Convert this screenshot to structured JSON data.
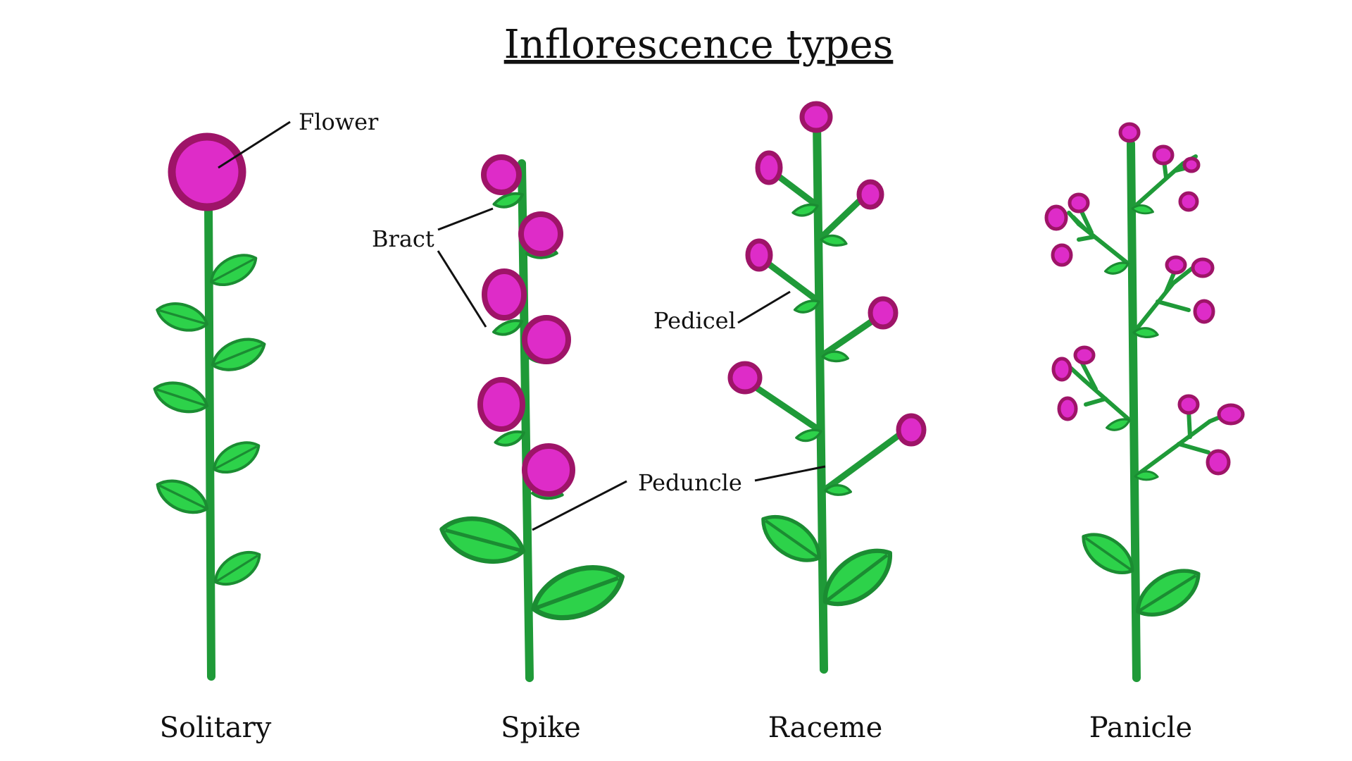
{
  "title": "Inflorescence types",
  "types": [
    {
      "id": "solitary",
      "label": "Solitary"
    },
    {
      "id": "spike",
      "label": "Spike"
    },
    {
      "id": "raceme",
      "label": "Raceme"
    },
    {
      "id": "panicle",
      "label": "Panicle"
    }
  ],
  "callouts": {
    "flower": "Flower",
    "bract": "Bract",
    "pedicel": "Pedicel",
    "peduncle": "Peduncle"
  },
  "colors": {
    "stem": "#1f9a38",
    "leaf_fill": "#2dd24a",
    "leaf_stroke": "#1b8c32",
    "flower_fill": "#de2cc8",
    "flower_stroke": "#9e1468",
    "leader": "#111111"
  }
}
